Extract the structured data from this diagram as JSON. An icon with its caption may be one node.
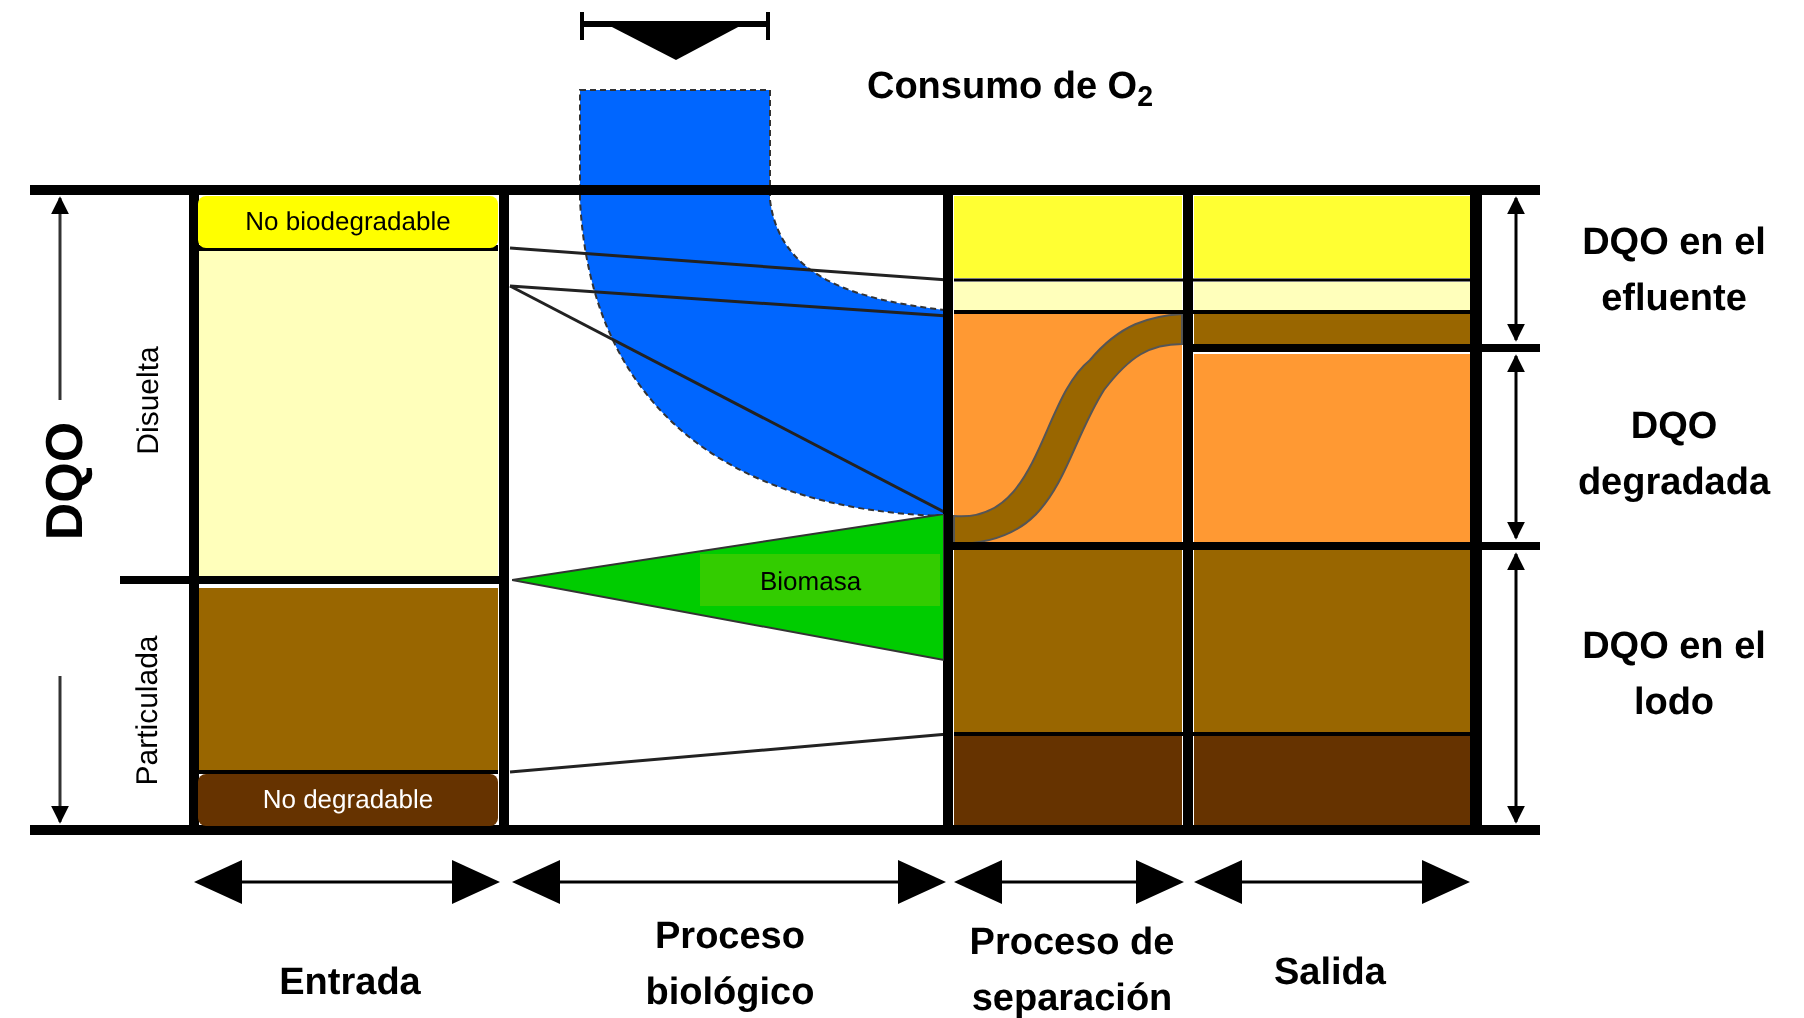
{
  "diagram": {
    "nodes": [
      {
        "text": [
          "No biodegradable"
        ]
      },
      {
        "text": [
          "Biomasa"
        ]
      },
      {
        "text": [
          "No degradable"
        ]
      }
    ],
    "labels": [
      "Consumo de O$_{2}$",
      "DQO en el efluente",
      "DQO degradada",
      "DQO",
      "Disuelta",
      "Particulada",
      "DQO en el lodo",
      "Entrada",
      "Proceso biológico",
      "Proceso de separación",
      "Salida"
    ]
  }
}
